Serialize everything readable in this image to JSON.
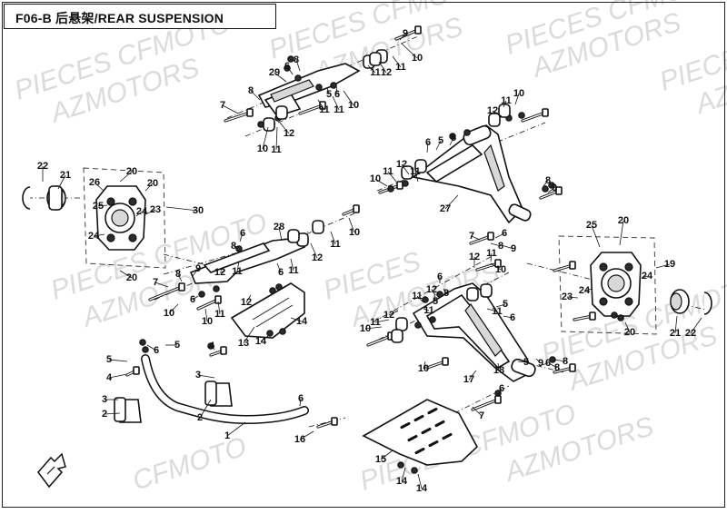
{
  "title": {
    "code": "F06-B",
    "cjk": "后悬架",
    "english": "/REAR SUSPENSION"
  },
  "watermarks": [
    "PIECES CFMOTO",
    "AZMOTORS",
    "PIECES CFMOTO",
    "AZMOTORS",
    "PIECES CFMOTO",
    "AZMOTORS",
    "PIECES CFMOTO",
    "AZMOTORS",
    "PIECES CFMOTO",
    "AZMOTORS",
    "PIECES",
    "AZMOTORS",
    "PIECES CFMOTO",
    "AZMOTORS",
    "CFMOTO"
  ],
  "callouts": [
    "1",
    "2",
    "3",
    "4",
    "5",
    "6",
    "7",
    "8",
    "9",
    "10",
    "11",
    "12",
    "13",
    "14",
    "15",
    "16",
    "17",
    "18",
    "19",
    "20",
    "21",
    "22",
    "23",
    "24",
    "25",
    "26",
    "27",
    "28",
    "29",
    "30"
  ],
  "colors": {
    "line": "#111111",
    "watermark": "#cfcfcf",
    "background": "#ffffff"
  },
  "direction_marker": "front-arrow-icon"
}
